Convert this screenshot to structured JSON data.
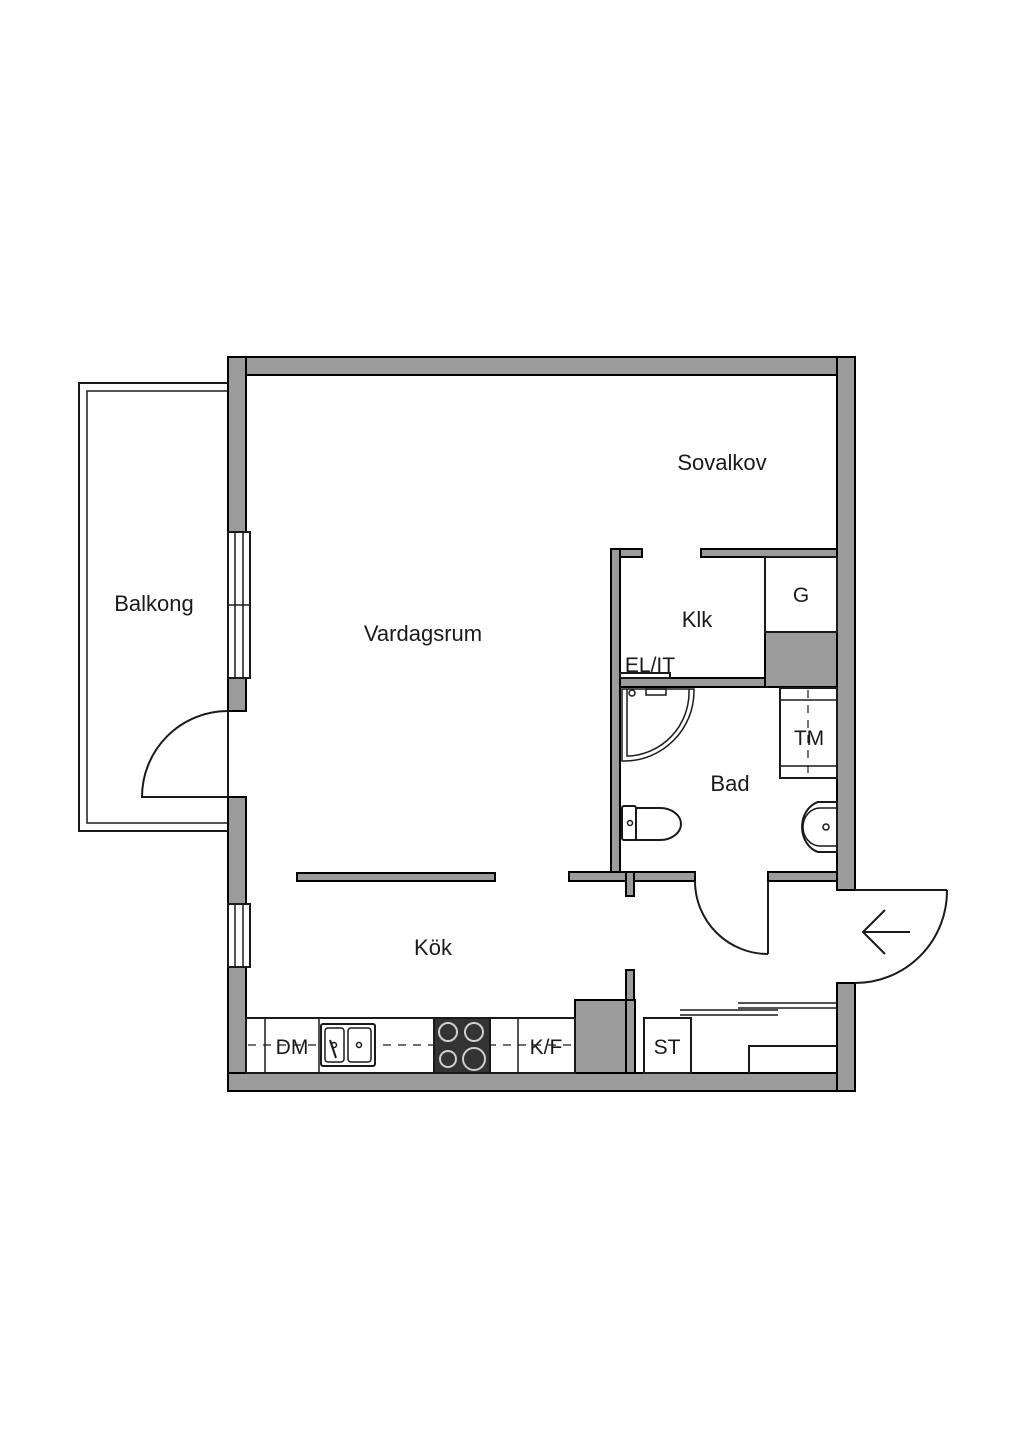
{
  "rooms": {
    "sovalkov": "Sovalkov",
    "balkong": "Balkong",
    "vardagsrum": "Vardagsrum",
    "klk": "Klk",
    "g": "G",
    "el_it": "EL/IT",
    "tm": "TM",
    "bad": "Bad",
    "kok": "Kök",
    "dm": "DM",
    "kf": "K/F",
    "st": "ST"
  },
  "icons": {
    "entrance": "entrance-arrow-icon",
    "stove": "stove-icon",
    "sink": "sink-icon",
    "toilet": "toilet-icon",
    "basin": "washbasin-icon",
    "shower": "shower-icon"
  },
  "colors": {
    "wall": "#9b9b9b",
    "line": "#1a1a1a",
    "stove": "#333333"
  }
}
